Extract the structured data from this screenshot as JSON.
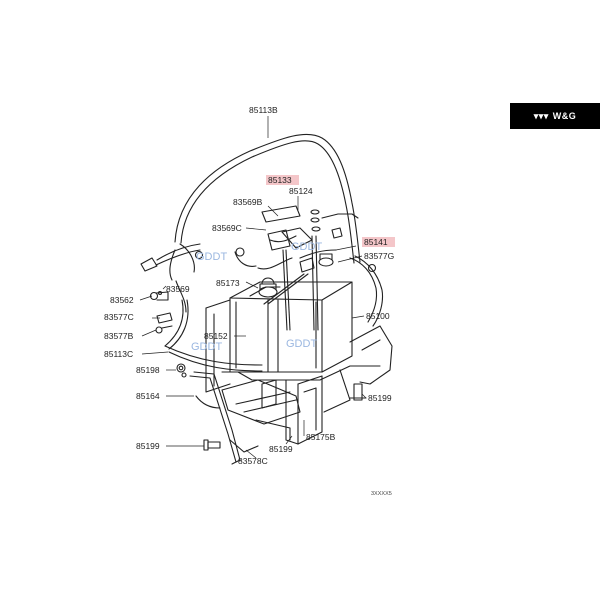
{
  "badge": {
    "logo_icon": "three-diamonds-logo",
    "text": "W&G"
  },
  "watermarks": [
    "GDDT",
    "GDDT",
    "GDDT",
    "GDDT"
  ],
  "highlight_color": "#f4c6c9",
  "footer_code": "3XXXX5",
  "parts": {
    "p85113B": "85113B",
    "p85133": "85133",
    "p85124": "85124",
    "p83569B": "83569B",
    "p83569C": "83569C",
    "p85141": "85141",
    "p83577G": "83577G",
    "p85173": "85173",
    "p83562": "83562",
    "p83569": "83569",
    "p83577C": "83577C",
    "p83577B": "83577B",
    "p85100": "85100",
    "p85152": "85152",
    "p85113C": "85113C",
    "p85198": "85198",
    "p85164": "85164",
    "p85199a": "85199",
    "p85199b": "85199",
    "p85199c": "85199",
    "p85175B": "85175B",
    "p83578C": "83578C"
  }
}
